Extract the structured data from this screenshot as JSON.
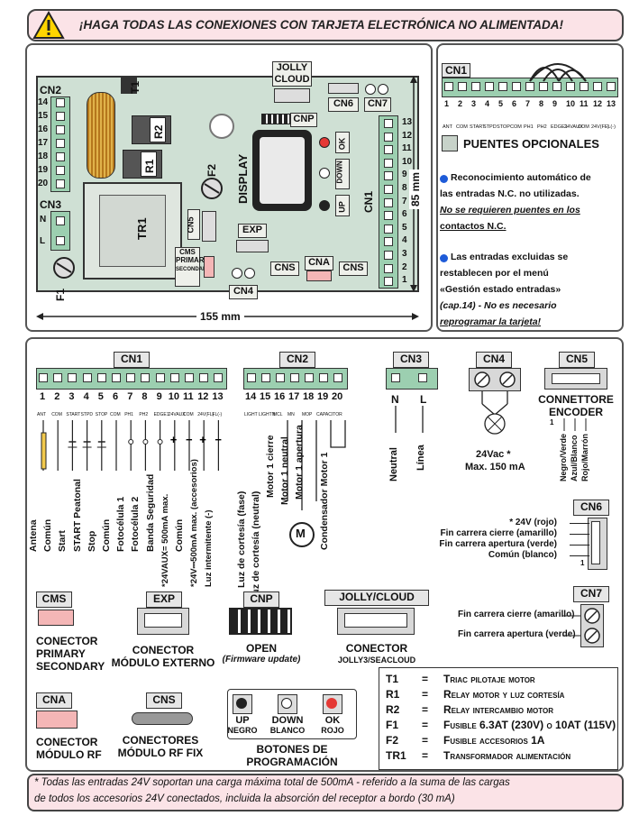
{
  "banner": {
    "text": "¡HAGA TODAS LAS CONEXIONES CON TARJETA ELECTRÓNICA NO ALIMENTADA!"
  },
  "board": {
    "labels": {
      "cn2": "CN2",
      "cn3": "CN3",
      "t1": "T1",
      "r2": "R2",
      "r1": "R1",
      "f2": "F2",
      "tr1": "TR1",
      "f1": "F1",
      "cn5": "CN5",
      "cms": "CMS",
      "cms_sub1": "PRIMARY",
      "cms_sub2": "SECONDARY",
      "exp": "EXP",
      "cn4": "CN4",
      "cns1": "CNS",
      "cna": "CNA",
      "cns2": "CNS",
      "jolly": "JOLLY",
      "cloud": "CLOUD",
      "cnp": "CNP",
      "cn6": "CN6",
      "cn7": "CN7",
      "display": "DISPLAY",
      "ok": "OK",
      "down": "DOWN",
      "up": "UP",
      "cn1": "CN1",
      "n": "N",
      "l": "L",
      "width": "155 mm",
      "height": "85 mm"
    },
    "cn2_pins": [
      "14",
      "15",
      "16",
      "17",
      "18",
      "19",
      "20"
    ],
    "cn1_pins": [
      "13",
      "12",
      "11",
      "10",
      "9",
      "8",
      "7",
      "6",
      "5",
      "4",
      "3",
      "2",
      "1"
    ]
  },
  "options": {
    "cn1": "CN1",
    "pins": [
      "1",
      "2",
      "3",
      "4",
      "5",
      "6",
      "7",
      "8",
      "9",
      "10",
      "11",
      "12",
      "13"
    ],
    "pin_names": [
      "ANT",
      "COM",
      "START",
      "STPD",
      "STOP",
      "COM",
      "PH1",
      "PH2",
      "EDGE1",
      "24VAUX",
      "COM",
      "24V(FL)",
      "FL(-)"
    ],
    "legend": "PUENTES OPCIONALES",
    "note1_l1": "Reconocimiento automático de",
    "note1_l2": "las entradas N.C. no utilizadas.",
    "note1_l3": "No se requieren puentes en los",
    "note1_l4": "contactos N.C.",
    "note2_l1": "Las entradas excluidas se",
    "note2_l2": "restablecen por el menú",
    "note2_l3": "«Gestión estado entradas»",
    "note2_l4": "(cap.14) - No es necesario",
    "note2_l5": "reprogramar la tarjeta!"
  },
  "wiring": {
    "cn1": {
      "title": "CN1",
      "pins": [
        "1",
        "2",
        "3",
        "4",
        "5",
        "6",
        "7",
        "8",
        "9",
        "10",
        "11",
        "12",
        "13"
      ],
      "tags": [
        "ANT",
        "COM",
        "START",
        "STPD",
        "STOP",
        "COM",
        "PH1",
        "PH2",
        "EDGE1",
        "24VAUX",
        "COM",
        "24V(FL)",
        "FL(-)"
      ],
      "descs": [
        "Antena",
        "Común",
        "Start",
        "START Peatonal",
        "Stop",
        "Común",
        "Fotocélula 1",
        "Fotocélula 2",
        "Banda Seguridad",
        "*24VAUX= 500mA max.",
        "Común",
        "*24V⎓500mA max. (accesorios)",
        "Luz intermitente (-)"
      ]
    },
    "cn2": {
      "title": "CN2",
      "pins": [
        "14",
        "15",
        "16",
        "17",
        "18",
        "19",
        "20"
      ],
      "tags": [
        "LIGHT",
        "LIGHTN",
        "MCL",
        "MN",
        "MOP",
        "CAPACITOR",
        ""
      ],
      "descs": [
        "Luz de cortesía (fase)",
        "Luz de cortesía (neutral)",
        "Motor 1 cierre",
        "Motor 1 neutral",
        "Motor 1 apertura",
        "Condensador Motor 1"
      ],
      "motor": "M"
    },
    "cn3": {
      "title": "CN3",
      "pins": [
        "N",
        "L"
      ],
      "descs": [
        "Neutral",
        "Línea"
      ]
    },
    "cn4": {
      "title": "CN4",
      "desc1": "24Vac *",
      "desc2": "Max. 150 mA"
    },
    "cn5": {
      "title": "CN5",
      "sub1": "CONNETTORE",
      "sub2": "ENCODER",
      "pin1": "1",
      "wires": [
        "Negro/Verde",
        "Azul/Blanco",
        "Rojo/Marrón"
      ]
    },
    "cn6": {
      "title": "CN6",
      "wires": [
        "* 24V (rojo)",
        "Fin carrera cierre (amarillo)",
        "Fin carrera apertura (verde)",
        "Común (blanco)"
      ],
      "pin1": "1"
    },
    "cn7": {
      "title": "CN7",
      "wires": [
        "Fin carrera cierre (amarillo)",
        "Fin carrera apertura (verde)"
      ]
    }
  },
  "connectors": {
    "cms": {
      "title": "CMS",
      "desc": [
        "CONECTOR",
        "PRIMARY",
        "SECONDARY"
      ]
    },
    "exp": {
      "title": "EXP",
      "desc": [
        "CONECTOR",
        "MÓDULO EXTERNO"
      ]
    },
    "cnp": {
      "title": "CNP",
      "desc1": "OPEN",
      "desc2": "(Firmware update)"
    },
    "jolly": {
      "title": "JOLLY/CLOUD",
      "desc1": "CONECTOR",
      "desc2": "JOLLY3/SEACLOUD"
    },
    "cna": {
      "title": "CNA",
      "desc": [
        "CONECTOR",
        "MÓDULO RF"
      ]
    },
    "cns": {
      "title": "CNS",
      "desc": [
        "CONECTORES",
        "MÓDULO RF FIX"
      ]
    },
    "buttons": {
      "up": "UP",
      "up_c": "NEGRO",
      "down": "DOWN",
      "down_c": "BLANCO",
      "ok": "OK",
      "ok_c": "ROJO",
      "title1": "BOTONES DE",
      "title2": "PROGRAMACIÓN"
    }
  },
  "legend_table": [
    {
      "code": "T1",
      "eq": "=",
      "text": "Triac pilotaje motor"
    },
    {
      "code": "R1",
      "eq": "=",
      "text": "Relay motor y luz cortesía"
    },
    {
      "code": "R2",
      "eq": "=",
      "text": "Relay intercambio motor"
    },
    {
      "code": "F1",
      "eq": "=",
      "text": "Fusible 6.3AT (230V) o 10AT (115V)"
    },
    {
      "code": "F2",
      "eq": "=",
      "text": "Fusible accesorios 1A"
    },
    {
      "code": "TR1",
      "eq": "=",
      "text": "Transformador alimentación"
    }
  ],
  "footer": {
    "line1": "* Todas las entradas 24V soportan una carga máxima total de 500mA - referido a la suma de las cargas",
    "line2": "de todos los accesorios 24V conectados, incluida la absorción del receptor a bordo (30 mA)"
  },
  "colors": {
    "banner_bg": "#fbe3e7",
    "board": "#cfe0d4",
    "terminal": "#9ccfb0",
    "ok_red": "#e53935",
    "note_dot": "#1e5bd8",
    "cms_pink": "#f4b6b6"
  },
  "icons": [
    "warning-icon",
    "transformer-icon",
    "fuse-icon",
    "motor-icon",
    "lamp-icon",
    "screw-terminal-icon"
  ]
}
